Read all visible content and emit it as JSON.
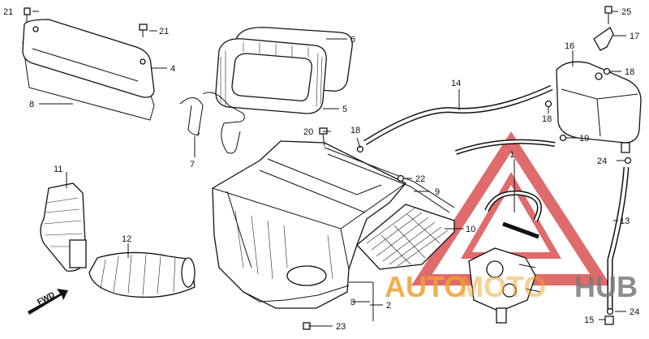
{
  "diagram": {
    "callouts": {
      "p1": "1",
      "p2": "2",
      "p3": "3",
      "p4": "4",
      "p5": "5",
      "p6": "6",
      "p7": "7",
      "p8": "8",
      "p9": "9",
      "p10": "10",
      "p11": "11",
      "p12": "12",
      "p13": "13",
      "p14": "14",
      "p15": "15",
      "p16": "16",
      "p17": "17",
      "p18a": "18",
      "p18b": "18",
      "p18c": "18",
      "p19": "19",
      "p20": "20",
      "p21a": "21",
      "p21b": "21",
      "p22": "22",
      "p23": "23",
      "p24a": "24",
      "p24b": "24",
      "p25": "25"
    },
    "fwd_label": "FWD"
  },
  "watermark": {
    "text_auto": "AUTO",
    "text_moto": "MOTO",
    "text_hub": "HUB",
    "color_red": "#d63a3a",
    "color_orange": "#f0a030",
    "color_gray": "#7a7a7a"
  }
}
